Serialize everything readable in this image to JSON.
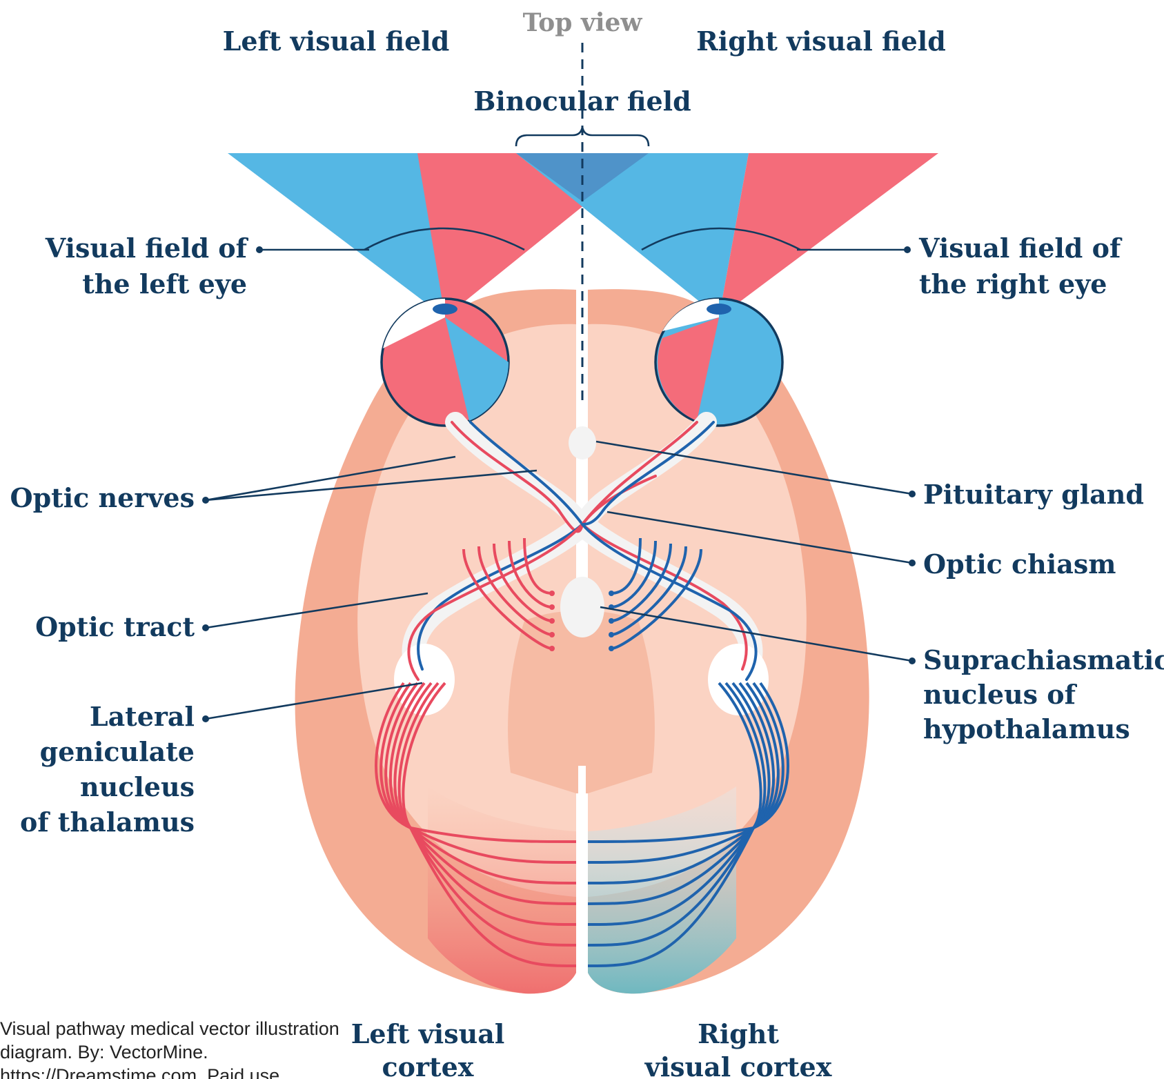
{
  "labels": {
    "top_view": "Top view",
    "left_visual_field": "Left visual field",
    "right_visual_field": "Right visual field",
    "binocular_field": "Binocular field",
    "visual_field_left_eye": [
      "Visual field of",
      "the left eye"
    ],
    "visual_field_right_eye": [
      "Visual field of",
      "the right eye"
    ],
    "optic_nerves": "Optic nerves",
    "pituitary_gland": "Pituitary gland",
    "optic_chiasm": "Optic chiasm",
    "optic_tract": "Optic tract",
    "suprachiasmatic_nucleus": [
      "Suprachiasmatic",
      "nucleus of",
      "hypothalamus"
    ],
    "lateral_geniculate_nucleus": [
      "Lateral",
      "geniculate",
      "nucleus",
      "of thalamus"
    ],
    "left_visual_cortex": [
      "Left visual",
      "cortex"
    ],
    "right_visual_cortex": [
      "Right",
      "visual cortex"
    ]
  },
  "caption": "Visual pathway medical vector illustration diagram. By: VectorMine. https://Dreamstime.com. Paid use.",
  "colors": {
    "label": "#123a5e",
    "left_field_red": "#f46c7a",
    "right_field_blue": "#55b7e4",
    "binocular_overlap": "#4f93c9",
    "brain_outer": "#f5b39a",
    "brain_inner": "#fbd4c4",
    "pathway_red": "#e84a5f",
    "pathway_blue": "#1f63ad"
  }
}
